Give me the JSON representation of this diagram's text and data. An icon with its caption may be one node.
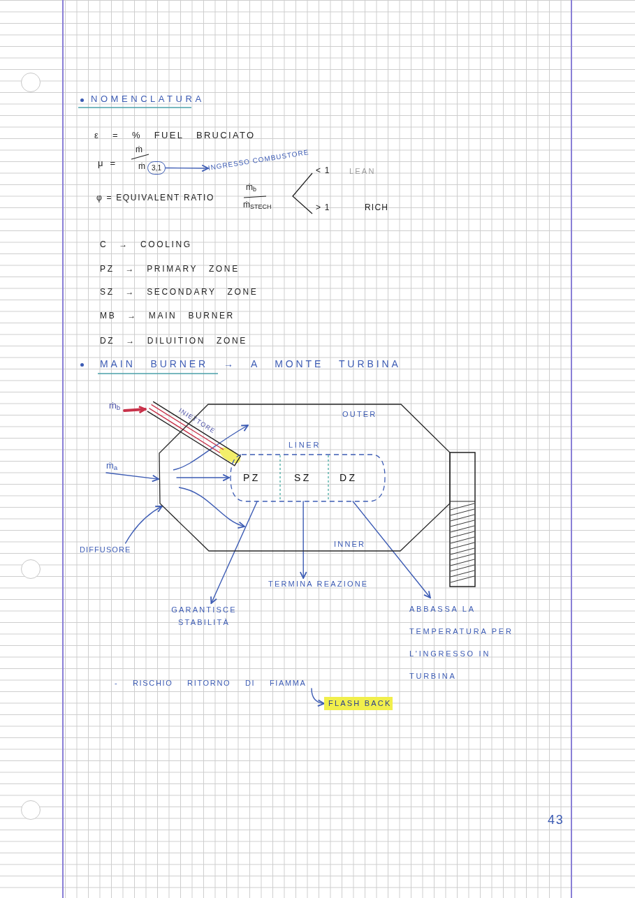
{
  "diagram": {
    "title": "NOMENCLATURA",
    "nodes": [
      {
        "text": [
          "3,1"
        ]
      },
      {
        "text": [
          "INGRESSO COMBUSTORE"
        ]
      },
      {
        "text": [
          "ṁ$_{b}$"
        ]
      },
      {
        "text": [
          "INIETTORE"
        ]
      },
      {
        "text": [
          "ṁ$_{a}$"
        ]
      },
      {
        "text": [
          "OUTER",
          "INNER"
        ]
      },
      {
        "text": [
          "LINER"
        ],
        "in": 5
      },
      {
        "text": [
          "PZ"
        ],
        "in": 6
      },
      {
        "text": [
          "SZ"
        ],
        "in": 6
      },
      {
        "text": [
          "DZ"
        ],
        "in": 6
      },
      {
        "text": [
          "DIFFUSORE"
        ]
      },
      {
        "text": [
          "GARANTISCE STABILITÀ"
        ]
      },
      {
        "text": [
          "TERMINA REAZIONE"
        ]
      },
      {
        "text": [
          "ABBASSA LA TEMPERATURA PER L'INGRESSO IN TURBINA"
        ]
      },
      {
        "text": [
          "- RISCHIO RITORNO DI FIAMMA"
        ]
      },
      {
        "text": [
          "FLASH BACK"
        ]
      }
    ],
    "edges": [
      {
        "from": 0,
        "to": 1,
        "arrow": "to"
      },
      {
        "from": 2,
        "to": 3,
        "arrow": "to",
        "style": "thick",
        "color": "#c8324a"
      },
      {
        "from": 4,
        "to": 5,
        "arrow": "to"
      },
      {
        "from": null,
        "to": 7,
        "arrow": "to"
      },
      {
        "from": 10,
        "to": 5,
        "arrow": "to"
      },
      {
        "from": 7,
        "to": 11,
        "arrow": "to"
      },
      {
        "from": 8,
        "to": 12,
        "arrow": "to"
      },
      {
        "from": 9,
        "to": 13,
        "arrow": "to"
      },
      {
        "from": 14,
        "to": 15,
        "arrow": "to"
      }
    ],
    "labels": [
      "ε = % FUEL BRUCIATO",
      "μ =",
      "ṁ",
      "ṁ",
      "φ = EQUIVALENT RATIO",
      "ṁ$_{b}$",
      "ṁ$_{STECH}$",
      "< 1",
      "LEAN",
      "> 1",
      "RICH",
      "C → COOLING",
      "PZ → PRIMARY ZONE",
      "SZ → SECONDARY ZONE",
      "MB → MAIN BURNER",
      "DZ → DILUITION ZONE",
      "MAIN BURNER → A MONTE TURBINA",
      "43"
    ]
  }
}
